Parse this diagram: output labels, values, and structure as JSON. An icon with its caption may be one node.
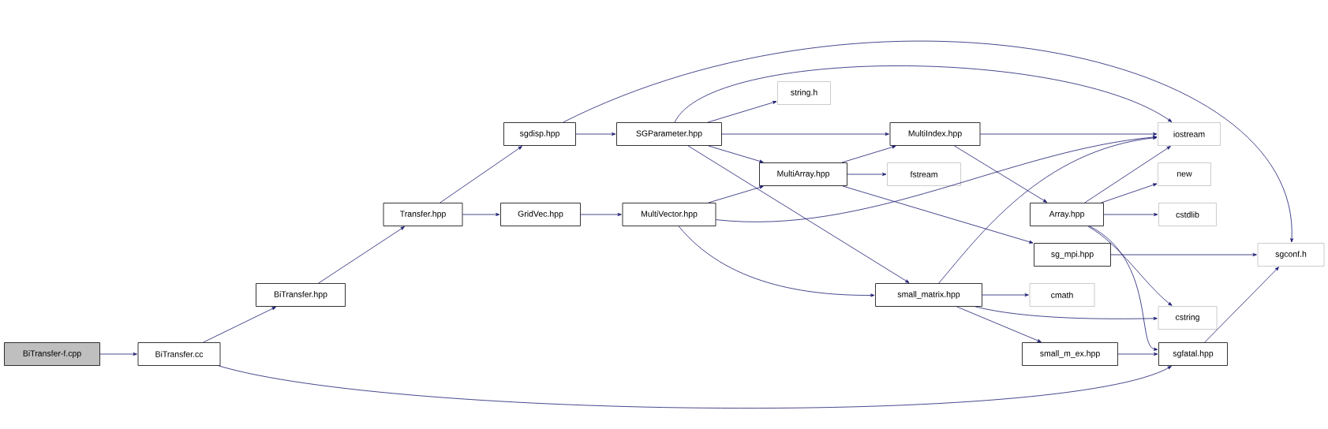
{
  "diagram": {
    "nodes": [
      {
        "text": [
          "BiTransfer-f.cpp"
        ]
      },
      {
        "text": [
          "BiTransfer.cc"
        ]
      },
      {
        "text": [
          "BiTransfer.hpp"
        ]
      },
      {
        "text": [
          "Transfer.hpp"
        ]
      },
      {
        "text": [
          "sgdisp.hpp"
        ]
      },
      {
        "text": [
          "GridVec.hpp"
        ]
      },
      {
        "text": [
          "SGParameter.hpp"
        ]
      },
      {
        "text": [
          "MultiVector.hpp"
        ]
      },
      {
        "text": [
          "string.h"
        ]
      },
      {
        "text": [
          "MultiArray.hpp"
        ]
      },
      {
        "text": [
          "MultiIndex.hpp"
        ]
      },
      {
        "text": [
          "fstream"
        ]
      },
      {
        "text": [
          "iostream"
        ]
      },
      {
        "text": [
          "small_matrix.hpp"
        ]
      },
      {
        "text": [
          "Array.hpp"
        ]
      },
      {
        "text": [
          "new"
        ]
      },
      {
        "text": [
          "cstdlib"
        ]
      },
      {
        "text": [
          "sg_mpi.hpp"
        ]
      },
      {
        "text": [
          "cmath"
        ]
      },
      {
        "text": [
          "cstring"
        ]
      },
      {
        "text": [
          "small_m_ex.hpp"
        ]
      },
      {
        "text": [
          "sgfatal.hpp"
        ]
      },
      {
        "text": [
          "sgconf.h"
        ]
      }
    ],
    "edges": [
      {
        "from": 0,
        "to": 1,
        "arrow": "to"
      },
      {
        "from": 1,
        "to": 2,
        "arrow": "to"
      },
      {
        "from": 1,
        "to": 21,
        "arrow": "to"
      },
      {
        "from": 2,
        "to": 3,
        "arrow": "to"
      },
      {
        "from": 3,
        "to": 4,
        "arrow": "to"
      },
      {
        "from": 3,
        "to": 5,
        "arrow": "to"
      },
      {
        "from": 4,
        "to": 6,
        "arrow": "to"
      },
      {
        "from": 4,
        "to": 22,
        "arrow": "to"
      },
      {
        "from": 5,
        "to": 7,
        "arrow": "to"
      },
      {
        "from": 6,
        "to": 12,
        "arrow": "to"
      },
      {
        "from": 6,
        "to": 8,
        "arrow": "to"
      },
      {
        "from": 6,
        "to": 10,
        "arrow": "to"
      },
      {
        "from": 6,
        "to": 9,
        "arrow": "to"
      },
      {
        "from": 6,
        "to": 13,
        "arrow": "to"
      },
      {
        "from": 7,
        "to": 9,
        "arrow": "to"
      },
      {
        "from": 7,
        "to": 12,
        "arrow": "to"
      },
      {
        "from": 7,
        "to": 13,
        "arrow": "to"
      },
      {
        "from": 9,
        "to": 10,
        "arrow": "to"
      },
      {
        "from": 9,
        "to": 11,
        "arrow": "to"
      },
      {
        "from": 9,
        "to": 17,
        "arrow": "to"
      },
      {
        "from": 10,
        "to": 12,
        "arrow": "to"
      },
      {
        "from": 10,
        "to": 14,
        "arrow": "to"
      },
      {
        "from": 13,
        "to": 12,
        "arrow": "to"
      },
      {
        "from": 13,
        "to": 18,
        "arrow": "to"
      },
      {
        "from": 13,
        "to": 19,
        "arrow": "to"
      },
      {
        "from": 13,
        "to": 20,
        "arrow": "to"
      },
      {
        "from": 14,
        "to": 12,
        "arrow": "to"
      },
      {
        "from": 14,
        "to": 15,
        "arrow": "to"
      },
      {
        "from": 14,
        "to": 16,
        "arrow": "to"
      },
      {
        "from": 14,
        "to": 19,
        "arrow": "to"
      },
      {
        "from": 14,
        "to": 21,
        "arrow": "to"
      },
      {
        "from": 17,
        "to": 22,
        "arrow": "to"
      },
      {
        "from": 20,
        "to": 21,
        "arrow": "to"
      },
      {
        "from": 21,
        "to": 22,
        "arrow": "to"
      }
    ]
  }
}
